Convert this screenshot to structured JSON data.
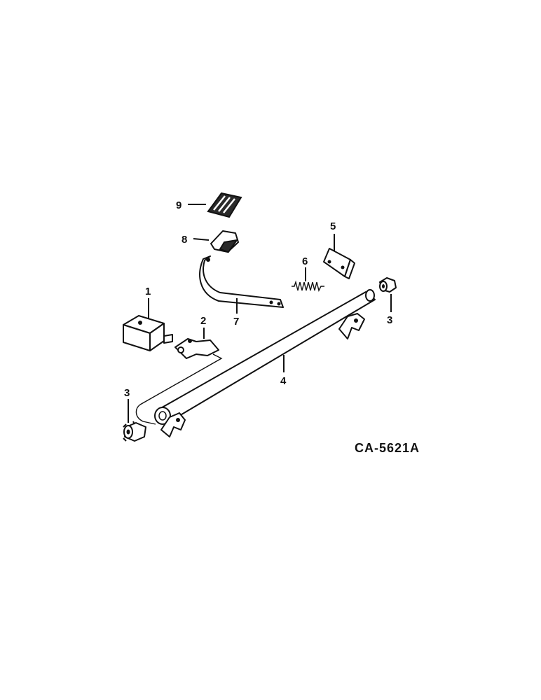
{
  "diagram": {
    "callouts": {
      "c1": "1",
      "c2": "2",
      "c3a": "3",
      "c3b": "3",
      "c4": "4",
      "c5": "5",
      "c6": "6",
      "c7": "7",
      "c8": "8",
      "c9": "9"
    },
    "figure_code": "CA-5621A"
  }
}
